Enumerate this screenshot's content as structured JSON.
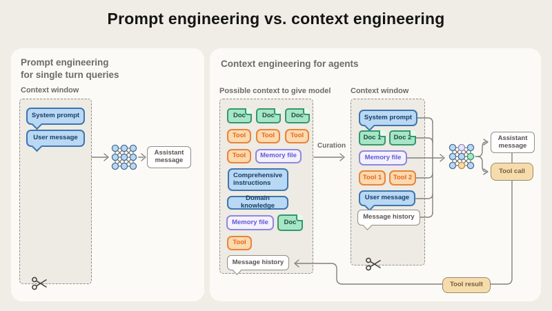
{
  "title": "Prompt engineering vs. context engineering",
  "left_panel": {
    "heading": "Prompt engineering\nfor single turn queries",
    "context_window_label": "Context window",
    "items": {
      "system_prompt": "System prompt",
      "user_message": "User message"
    },
    "output": {
      "assistant_message": "Assistant message"
    }
  },
  "right_panel": {
    "heading": "Context engineering for agents",
    "curation_label": "Curation",
    "possible_context": {
      "label": "Possible context to give model",
      "docs_row": [
        "Doc",
        "Doc",
        "Doc"
      ],
      "tools_row": [
        "Tool",
        "Tool",
        "Tool"
      ],
      "tool4": "Tool",
      "memory_file": "Memory file",
      "comprehensive_instructions": "Comprehensive instructions",
      "domain_knowledge": "Domain knowledge",
      "memory_file2": "Memory file",
      "doc4": "Doc",
      "tool5": "Tool",
      "message_history": "Message history"
    },
    "context_window": {
      "label": "Context window",
      "system_prompt": "System prompt",
      "doc1": "Doc 1",
      "doc2": "Doc 2",
      "memory_file": "Memory file",
      "tool1": "Tool 1",
      "tool2": "Tool 2",
      "user_message": "User message",
      "message_history": "Message history"
    },
    "outputs": {
      "assistant_message": "Assistant message",
      "tool_call": "Tool call",
      "tool_result": "Tool result"
    }
  },
  "icons": {
    "model": "node-lattice",
    "scissors": "scissors"
  },
  "colors": {
    "page_bg": "#f0ede6",
    "card_bg": "#fbfaf6",
    "blue_fill": "#b9d8f4",
    "blue_border": "#3f74ad",
    "blue_text": "#173e66",
    "green_fill": "#a6e6c6",
    "green_border": "#35966c",
    "green_text": "#1c4a38",
    "orange_fill": "#fcd9ae",
    "orange_border": "#e8833a",
    "orange_text": "#e2671f",
    "purple_fill": "#f3f1fd",
    "purple_border": "#9186dd",
    "purple_text": "#6358d5",
    "tan_fill": "#f7dcab",
    "tan_border": "#97896c",
    "tan_text": "#6e6046",
    "neutral_border": "#8f8d85",
    "line": "#82807a"
  }
}
